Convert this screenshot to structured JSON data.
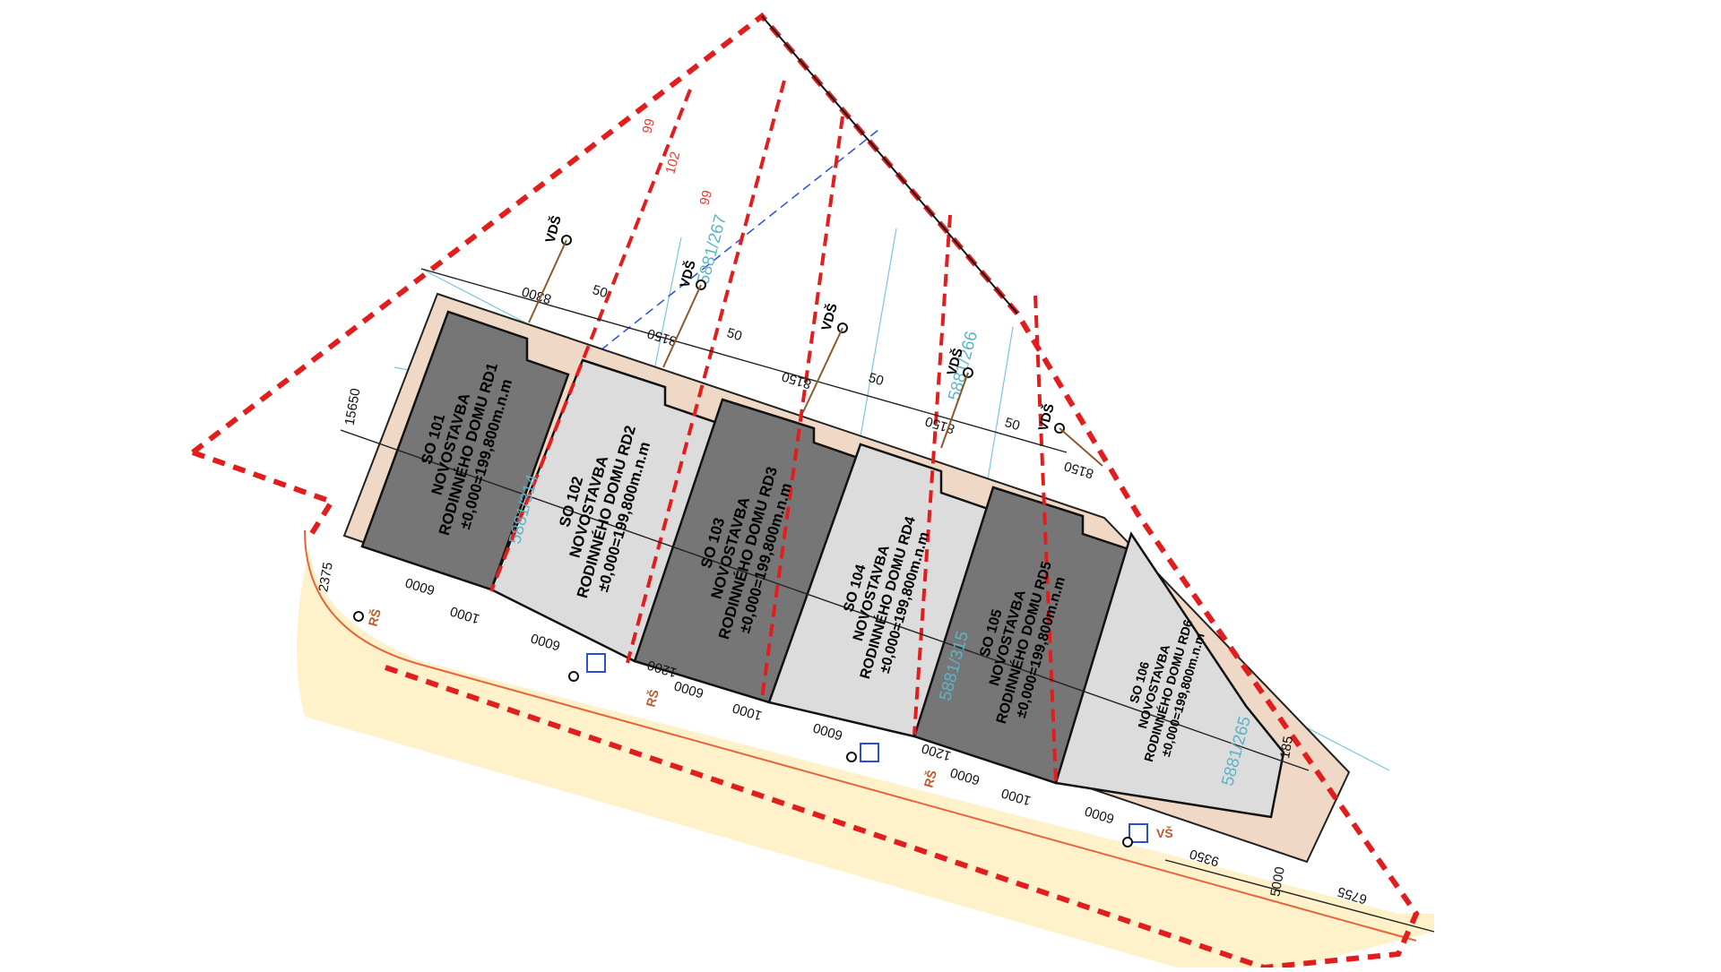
{
  "colors": {
    "boundary_red": "#e11d1d",
    "building_dark": "#767676",
    "building_light": "#dcdcdc",
    "setback_fill": "#f0d8c6",
    "road_fill": "#fff1c9",
    "parcel_cyan": "#5ab4c8",
    "utility_orange": "#c0582b",
    "utility_blue": "#2a4fd6",
    "utility_purple": "#8a2be2"
  },
  "buildings": [
    {
      "id": "so101",
      "code": "SO 101",
      "line1": "NOVOSTAVBA",
      "line2": "RODINNÉHO DOMU RD1",
      "level": "±0,000=199,800m.n.m",
      "tone": "dark"
    },
    {
      "id": "so102",
      "code": "SO 102",
      "line1": "NOVOSTAVBA",
      "line2": "RODINNÉHO DOMU RD2",
      "level": "±0,000=199,800m.n.m",
      "tone": "light"
    },
    {
      "id": "so103",
      "code": "SO 103",
      "line1": "NOVOSTAVBA",
      "line2": "RODINNÉHO DOMU RD3",
      "level": "±0,000=199,800m.n.m",
      "tone": "dark"
    },
    {
      "id": "so104",
      "code": "SO 104",
      "line1": "NOVOSTAVBA",
      "line2": "RODINNÉHO DOMU RD4",
      "level": "±0,000=199,800m.n.m",
      "tone": "light"
    },
    {
      "id": "so105",
      "code": "SO 105",
      "line1": "NOVOSTAVBA",
      "line2": "RODINNÉHO DOMU RD5",
      "level": "±0,000=199,800m.n.m",
      "tone": "dark"
    },
    {
      "id": "so106",
      "code": "SO 106",
      "line1": "NOVOSTAVBA",
      "line2": "RODINNÉHO DOMU RD6",
      "level": "±0,000=199,800m.n.m",
      "tone": "light"
    }
  ],
  "dimensions": {
    "top_8300": "8300",
    "top_50_a": "50",
    "top_8150_a": "8150",
    "top_50_b": "50",
    "top_8150_b": "8150",
    "top_50_c": "50",
    "top_8150_c": "8150",
    "top_50_d": "50",
    "top_8150_d": "8150",
    "left_15650": "15650",
    "left_2375": "2375",
    "bottom_6000_a": "6000",
    "bottom_1000_a": "1000",
    "bottom_6000_b": "6000",
    "bottom_1200_a": "1200",
    "bottom_6000_c": "6000",
    "bottom_1000_b": "1000",
    "bottom_6000_d": "6000",
    "bottom_1200_b": "1200",
    "bottom_6000_e": "6000",
    "bottom_1000_c": "1000",
    "bottom_6000_f": "6000",
    "bottom_9350": "9350",
    "bottom_5000": "5000",
    "bottom_6755": "6755",
    "right_185": "185"
  },
  "parcels": {
    "p267": "5881/267",
    "p266": "5881/266",
    "p314": "5881/314",
    "p315": "5881/315",
    "p265": "5881/265"
  },
  "labels": {
    "vds": "VDŠ",
    "rs": "RŠ",
    "vs": "VŠ",
    "note_102": "102",
    "note_99": "99"
  }
}
